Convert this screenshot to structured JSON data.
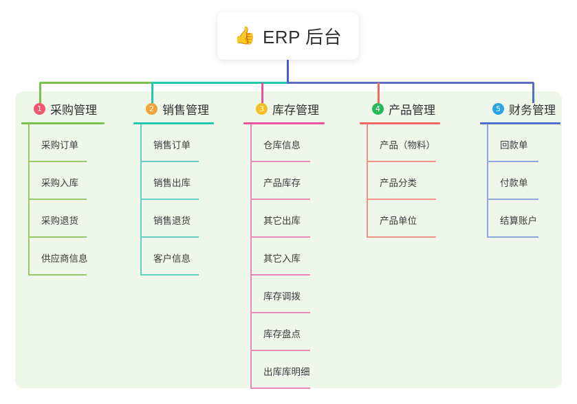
{
  "root": {
    "icon": "thumbs-up-icon",
    "emoji": "👍",
    "label": "ERP 后台"
  },
  "palette": {
    "panel_bg": "#eef7e9",
    "page_bg": "#ffffff",
    "text": "#2f3033",
    "trunk": "#4a5bc4",
    "branch_green": "#6cb33f",
    "branch_teal": "#15c0a6",
    "branch_pink": "#e8549b",
    "branch_red": "#f2675f",
    "branch_blue": "#5b7ed1"
  },
  "columns": [
    {
      "index": "1",
      "title": "采购管理",
      "badge_color": "#f2536d",
      "rule_color": "#7bbf4d",
      "line_color": "#96c96b",
      "head_rule_width": 121,
      "child_rule_width": 85,
      "children": [
        {
          "label": "采购订单"
        },
        {
          "label": "采购入库"
        },
        {
          "label": "采购退货"
        },
        {
          "label": "供应商信息"
        }
      ]
    },
    {
      "index": "2",
      "title": "销售管理",
      "badge_color": "#f2a33c",
      "rule_color": "#23c7b0",
      "line_color": "#63cfc2",
      "head_rule_width": 117,
      "child_rule_width": 85,
      "children": [
        {
          "label": "销售订单"
        },
        {
          "label": "销售出库"
        },
        {
          "label": "销售退货"
        },
        {
          "label": "客户信息"
        }
      ]
    },
    {
      "index": "3",
      "title": "库存管理",
      "badge_color": "#f5c023",
      "rule_color": "#e8549b",
      "line_color": "#e888b6",
      "head_rule_width": 118,
      "child_rule_width": 87,
      "children": [
        {
          "label": "仓库信息"
        },
        {
          "label": "产品库存"
        },
        {
          "label": "其它出库"
        },
        {
          "label": "其它入库"
        },
        {
          "label": "库存调拨"
        },
        {
          "label": "库存盘点"
        },
        {
          "label": "出库库明细"
        }
      ]
    },
    {
      "index": "4",
      "title": "产品管理",
      "badge_color": "#27b85c",
      "rule_color": "#f2675f",
      "line_color": "#f4918a",
      "head_rule_width": 117,
      "child_rule_width": 101,
      "children": [
        {
          "label": "产品（物料）"
        },
        {
          "label": "产品分类"
        },
        {
          "label": "产品单位"
        }
      ]
    },
    {
      "index": "5",
      "title": "财务管理",
      "badge_color": "#27a5e8",
      "rule_color": "#4a72c8",
      "line_color": "#8ea8dd",
      "head_rule_width": 117,
      "child_rule_width": 75,
      "children": [
        {
          "label": "回款单"
        },
        {
          "label": "付款单"
        },
        {
          "label": "结算账户"
        }
      ]
    }
  ]
}
